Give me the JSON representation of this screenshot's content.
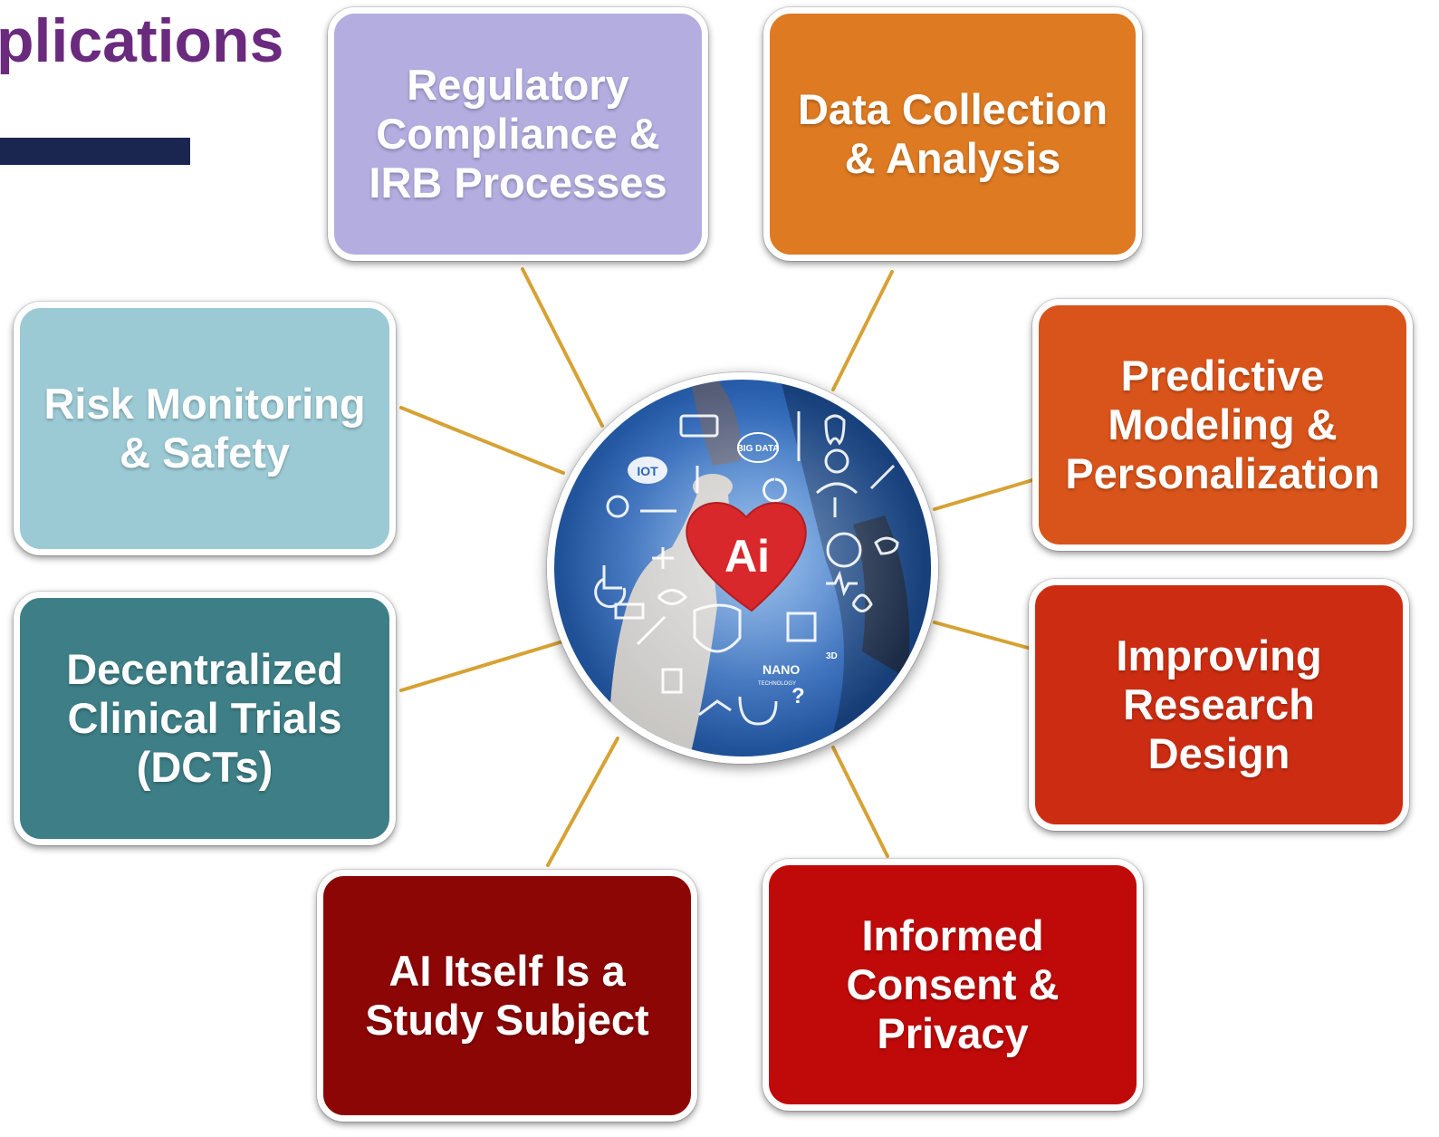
{
  "title": "plications",
  "center": {
    "badge_text": "Ai",
    "iot_label": "IOT",
    "bigdata_label": "BIG DATA",
    "nano_label": "NANO",
    "nano_sub": "TECHNOLOGY",
    "question_mark": "?",
    "threed_label": "3D"
  },
  "boxes": [
    {
      "id": "regulatory",
      "text": "Regulatory\nCompliance &\nIRB Processes",
      "color": "#b3ade0"
    },
    {
      "id": "data-collection",
      "text": "Data Collection\n& Analysis",
      "color": "#de7a22"
    },
    {
      "id": "predictive",
      "text": "Predictive\nModeling &\nPersonalization",
      "color": "#d9541a"
    },
    {
      "id": "improving",
      "text": "Improving\nResearch\nDesign",
      "color": "#cc2d12"
    },
    {
      "id": "informed-consent",
      "text": "Informed\nConsent &\nPrivacy",
      "color": "#c00a0a"
    },
    {
      "id": "ai-itself",
      "text": "AI Itself Is a\nStudy Subject",
      "color": "#8d0606"
    },
    {
      "id": "decentralized",
      "text": "Decentralized\nClinical Trials\n(DCTs)",
      "color": "#3e7f87"
    },
    {
      "id": "risk-monitoring",
      "text": "Risk Monitoring\n& Safety",
      "color": "#9bcad5"
    }
  ]
}
